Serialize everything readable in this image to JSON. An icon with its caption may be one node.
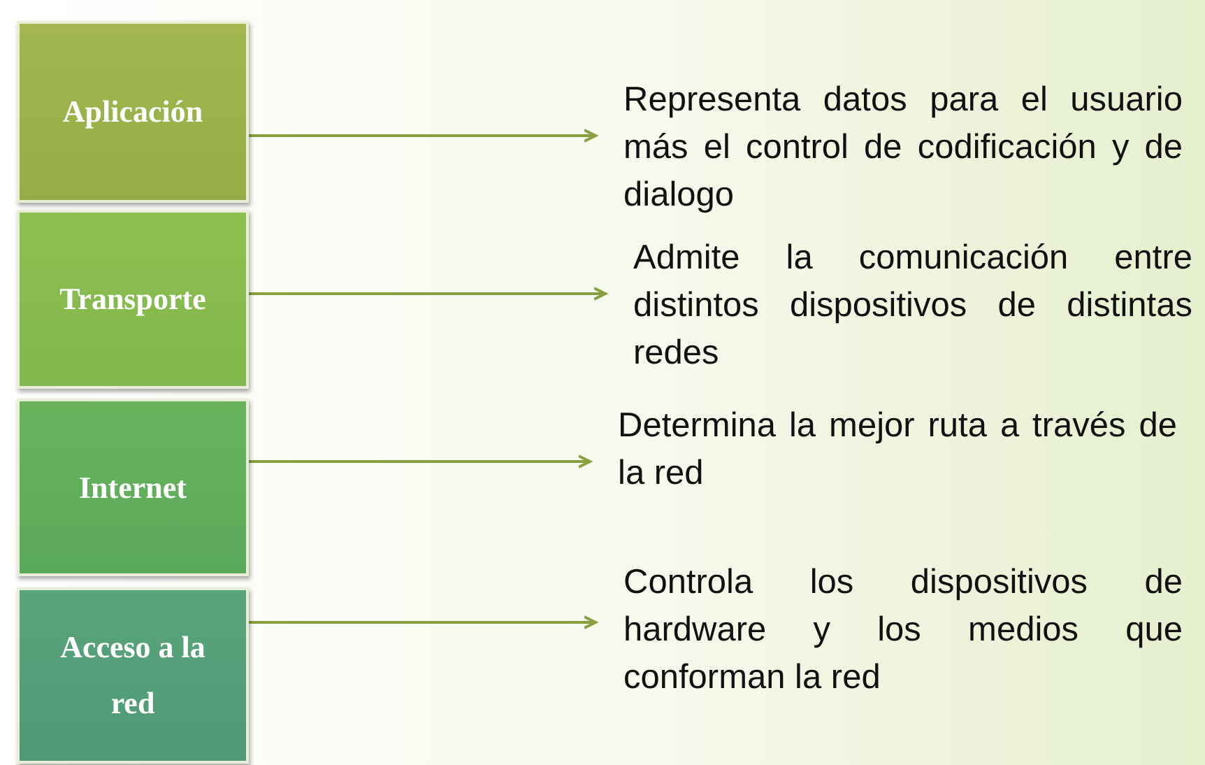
{
  "diagram": {
    "nodes": [
      {
        "text": [
          "Aplicación"
        ]
      },
      {
        "text": [
          "Transporte"
        ]
      },
      {
        "text": [
          "Internet"
        ]
      },
      {
        "text": [
          "Acceso a la red"
        ]
      },
      {
        "text": [
          "Representa datos para el usuario más el control de codificación y de dialogo"
        ]
      },
      {
        "text": [
          "Admite la comunicación entre distintos dispositivos de distintas redes"
        ]
      },
      {
        "text": [
          "Determina la mejor ruta a través de la red"
        ]
      },
      {
        "text": [
          "Controla los dispositivos de hardware y los medios que conforman la red"
        ]
      }
    ],
    "edges": [
      {
        "from": 0,
        "to": 4,
        "arrow": "to"
      },
      {
        "from": 1,
        "to": 5,
        "arrow": "to"
      },
      {
        "from": 2,
        "to": 6,
        "arrow": "to"
      },
      {
        "from": 3,
        "to": 7,
        "arrow": "to"
      }
    ]
  }
}
